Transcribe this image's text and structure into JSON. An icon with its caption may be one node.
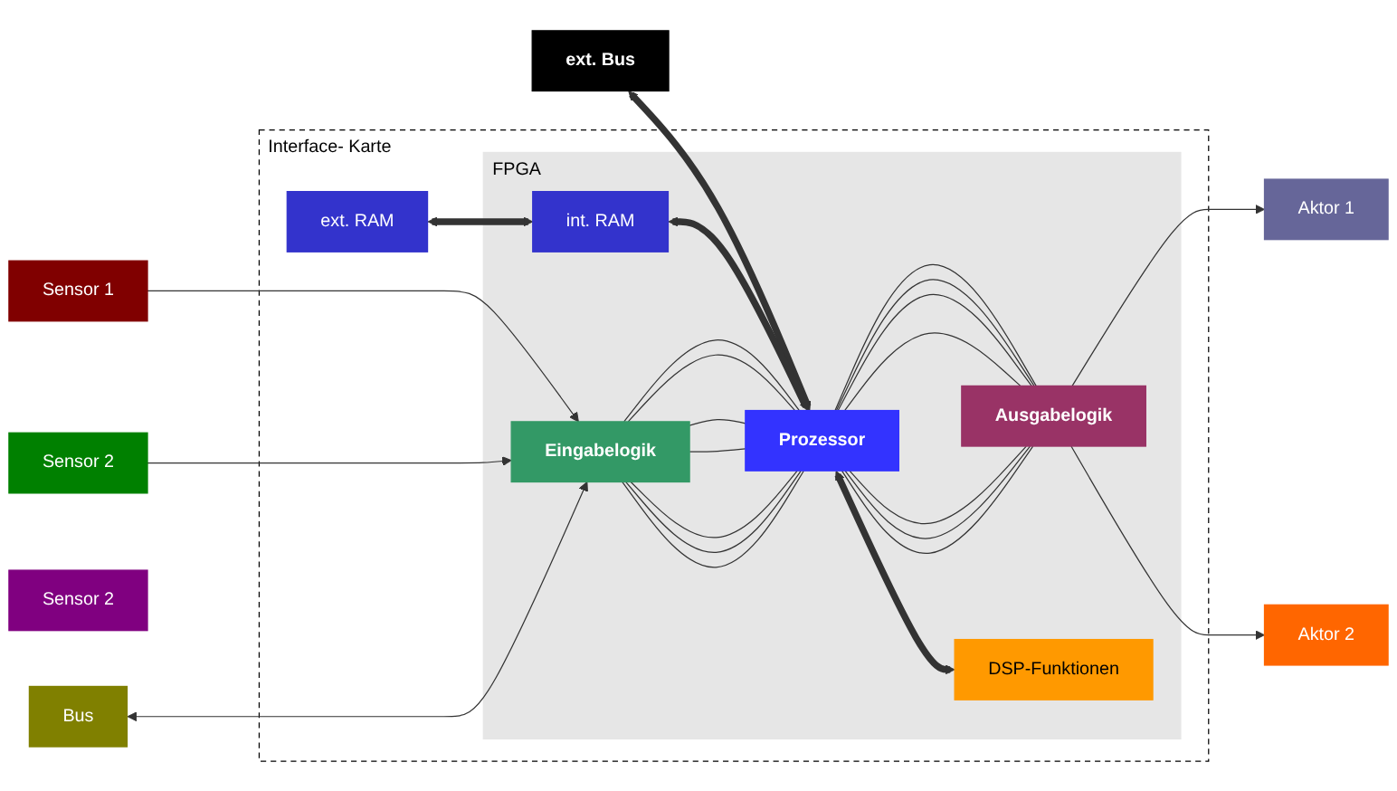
{
  "diagram": {
    "nodes": [
      {
        "text": [
          "Interface- Karte"
        ]
      },
      {
        "text": [
          "FPGA"
        ],
        "in": 0
      },
      {
        "text": [
          "Sensor 1"
        ]
      },
      {
        "text": [
          "Sensor 2"
        ]
      },
      {
        "text": [
          "Sensor 2"
        ]
      },
      {
        "text": [
          "Bus"
        ]
      },
      {
        "text": [
          "ext. RAM"
        ],
        "in": 0
      },
      {
        "text": [
          "int. RAM"
        ],
        "in": 1
      },
      {
        "text": [
          "Eingabelogik"
        ],
        "in": 1
      },
      {
        "text": [
          "Prozessor"
        ],
        "in": 1
      },
      {
        "text": [
          "Ausgabelogik"
        ],
        "in": 1
      },
      {
        "text": [
          "DSP-Funktionen"
        ],
        "in": 1
      },
      {
        "text": [
          "Aktor 1"
        ]
      },
      {
        "text": [
          "Aktor 2"
        ]
      },
      {
        "text": [
          "ext. Bus"
        ]
      }
    ],
    "edges": [
      {
        "from": 2,
        "to": 8,
        "arrow": "to"
      },
      {
        "from": 3,
        "to": 8,
        "arrow": "to"
      },
      {
        "from": 5,
        "to": 8,
        "arrow": "both"
      },
      {
        "from": 14,
        "to": 9,
        "arrow": "both",
        "style": "thick"
      },
      {
        "from": 6,
        "to": 7,
        "arrow": "both",
        "style": "thick"
      },
      {
        "from": 7,
        "to": 9,
        "arrow": "both",
        "style": "thick"
      },
      {
        "from": 9,
        "to": 11,
        "arrow": "both",
        "style": "thick"
      },
      {
        "from": 8,
        "to": 9,
        "arrow": "none"
      },
      {
        "from": 8,
        "to": 9,
        "arrow": "none"
      },
      {
        "from": 8,
        "to": 9,
        "arrow": "none"
      },
      {
        "from": 8,
        "to": 9,
        "arrow": "none"
      },
      {
        "from": 8,
        "to": 9,
        "arrow": "none"
      },
      {
        "from": 8,
        "to": 9,
        "arrow": "none"
      },
      {
        "from": 8,
        "to": 9,
        "arrow": "none"
      },
      {
        "from": 9,
        "to": 10,
        "arrow": "none"
      },
      {
        "from": 9,
        "to": 10,
        "arrow": "none"
      },
      {
        "from": 9,
        "to": 10,
        "arrow": "none"
      },
      {
        "from": 9,
        "to": 10,
        "arrow": "none"
      },
      {
        "from": 9,
        "to": 10,
        "arrow": "none"
      },
      {
        "from": 9,
        "to": 10,
        "arrow": "none"
      },
      {
        "from": 9,
        "to": 10,
        "arrow": "none"
      },
      {
        "from": 10,
        "to": 12,
        "arrow": "to"
      },
      {
        "from": 10,
        "to": 13,
        "arrow": "to"
      }
    ]
  }
}
